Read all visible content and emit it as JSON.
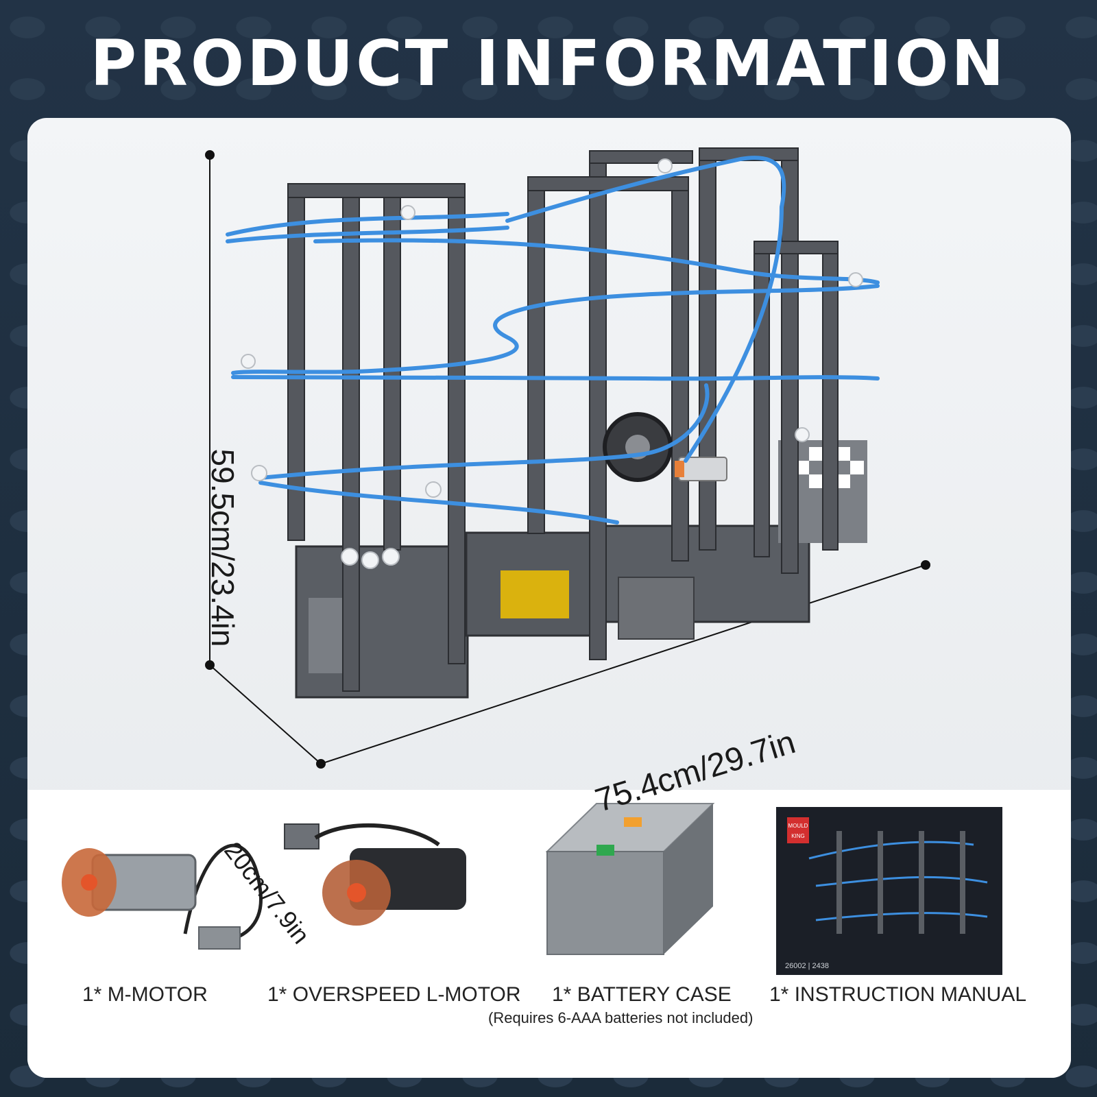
{
  "header": {
    "title": "PRODUCT INFORMATION"
  },
  "dimensions": {
    "height": "59.5cm/23.4in",
    "width": "75.4cm/29.7in",
    "depth": "20cm/7.9in"
  },
  "items": [
    {
      "label": "1* M-MOTOR",
      "icon": "m-motor"
    },
    {
      "label": "1* OVERSPEED L-MOTOR",
      "icon": "l-motor"
    },
    {
      "label": "1* BATTERY CASE",
      "note": "(Requires 6-AAA batteries not included)",
      "icon": "battery-case"
    },
    {
      "label": "1* INSTRUCTION MANUAL",
      "icon": "instruction-manual"
    }
  ],
  "manual": {
    "brand_line1": "MOULD",
    "brand_line2": "KING",
    "code": "26002 | 2438"
  },
  "colors": {
    "background": "#1e2e3e",
    "track": "#3d8fe0",
    "frame": "#4a4d52",
    "accent": "#f2c200"
  }
}
